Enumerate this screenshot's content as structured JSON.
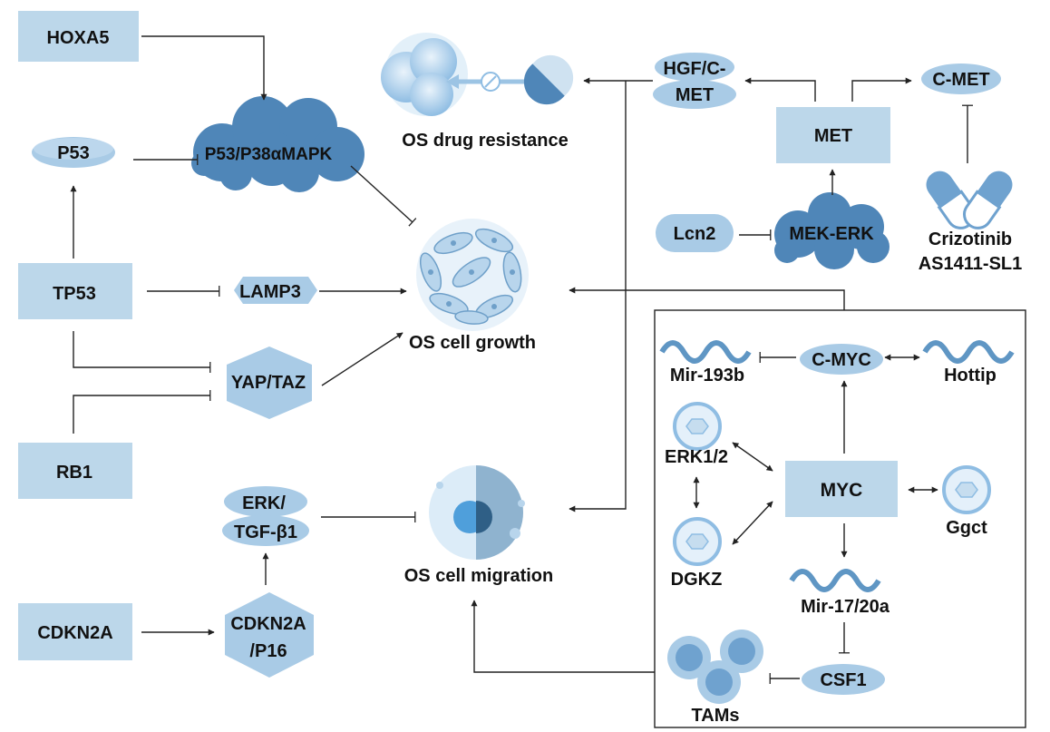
{
  "colors": {
    "box_fill": "#bcd7ea",
    "shape_fill": "#a9cbe6",
    "cloud_fill": "#4f86b8",
    "cloud_stroke": "#3c709e",
    "wave_stroke": "#5f96c4",
    "cell_fill": "#cfe2f1",
    "cell_stroke": "#6fa0c9",
    "line": "#222222"
  },
  "nodes": {
    "hoxa5": "HOXA5",
    "p53": "P53",
    "p53_p38": "P53/P38αMAPK",
    "tp53": "TP53",
    "lamp3": "LAMP3",
    "yap_taz": "YAP/TAZ",
    "rb1": "RB1",
    "erk_tgf_line1": "ERK/",
    "erk_tgf_line2": "TGF-β1",
    "cdkn2a": "CDKN2A",
    "cdkn2a_p16_line1": "CDKN2A",
    "cdkn2a_p16_line2": "/P16",
    "hgf_line1": "HGF/C-",
    "hgf_line2": "MET",
    "cmet": "C-MET",
    "met": "MET",
    "lcn2": "Lcn2",
    "mek_erk": "MEK-ERK",
    "crizotinib": "Crizotinib",
    "as1411": "AS1411-SL1",
    "mir193b": "Mir-193b",
    "cmyc": "C-MYC",
    "hottip": "Hottip",
    "erk12": "ERK1/2",
    "myc": "MYC",
    "ggct": "Ggct",
    "dgkz": "DGKZ",
    "mir17": "Mir-17/20a",
    "tams": "TAMs",
    "csf1": "CSF1"
  },
  "outcomes": {
    "drug_resistance": "OS drug resistance",
    "cell_growth": "OS cell growth",
    "cell_migration": "OS cell migration"
  },
  "icons": [
    "cancer-cells-icon",
    "pill-capsule-icon",
    "crossed-circle-icon",
    "cell-cluster-icon",
    "migrating-cell-icon",
    "double-capsule-icon",
    "rna-wave-icon",
    "protein-cell-icon",
    "macrophage-cells-icon"
  ]
}
